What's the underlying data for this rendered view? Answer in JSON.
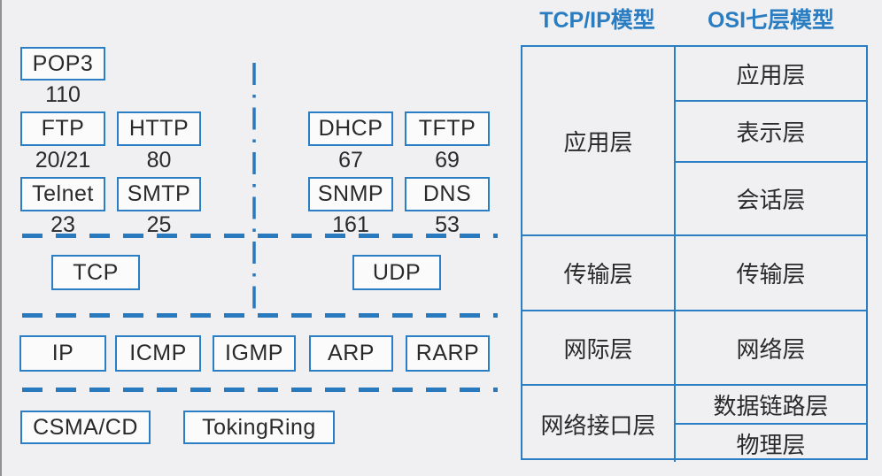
{
  "colors": {
    "accent_blue": "#2b7ec4",
    "dash_blue": "#2979be",
    "header_blue": "#2b7dc2",
    "text_dark": "#2a2a2a",
    "page_bg": "#f0f0f2",
    "box_bg": "#fbfbfc"
  },
  "headers": {
    "tcpip": "TCP/IP模型",
    "osi": "OSI七层模型"
  },
  "boxes": {
    "pop3": {
      "label": "POP3",
      "port": "110"
    },
    "ftp": {
      "label": "FTP",
      "port": "20/21"
    },
    "http": {
      "label": "HTTP",
      "port": "80"
    },
    "telnet": {
      "label": "Telnet",
      "port": "23"
    },
    "smtp": {
      "label": "SMTP",
      "port": "25"
    },
    "dhcp": {
      "label": "DHCP",
      "port": "67"
    },
    "tftp": {
      "label": "TFTP",
      "port": "69"
    },
    "snmp": {
      "label": "SNMP",
      "port": "161"
    },
    "dns": {
      "label": "DNS",
      "port": "53"
    },
    "tcp": {
      "label": "TCP"
    },
    "udp": {
      "label": "UDP"
    },
    "ip": {
      "label": "IP"
    },
    "icmp": {
      "label": "ICMP"
    },
    "igmp": {
      "label": "IGMP"
    },
    "arp": {
      "label": "ARP"
    },
    "rarp": {
      "label": "RARP"
    },
    "csmacd": {
      "label": "CSMA/CD"
    },
    "tokingring": {
      "label": "TokingRing"
    }
  },
  "table": {
    "tcpip_rows": [
      "应用层",
      "传输层",
      "网际层",
      "网络接口层"
    ],
    "osi_rows": [
      "应用层",
      "表示层",
      "会话层",
      "传输层",
      "网络层",
      "数据链路层",
      "物理层"
    ]
  }
}
